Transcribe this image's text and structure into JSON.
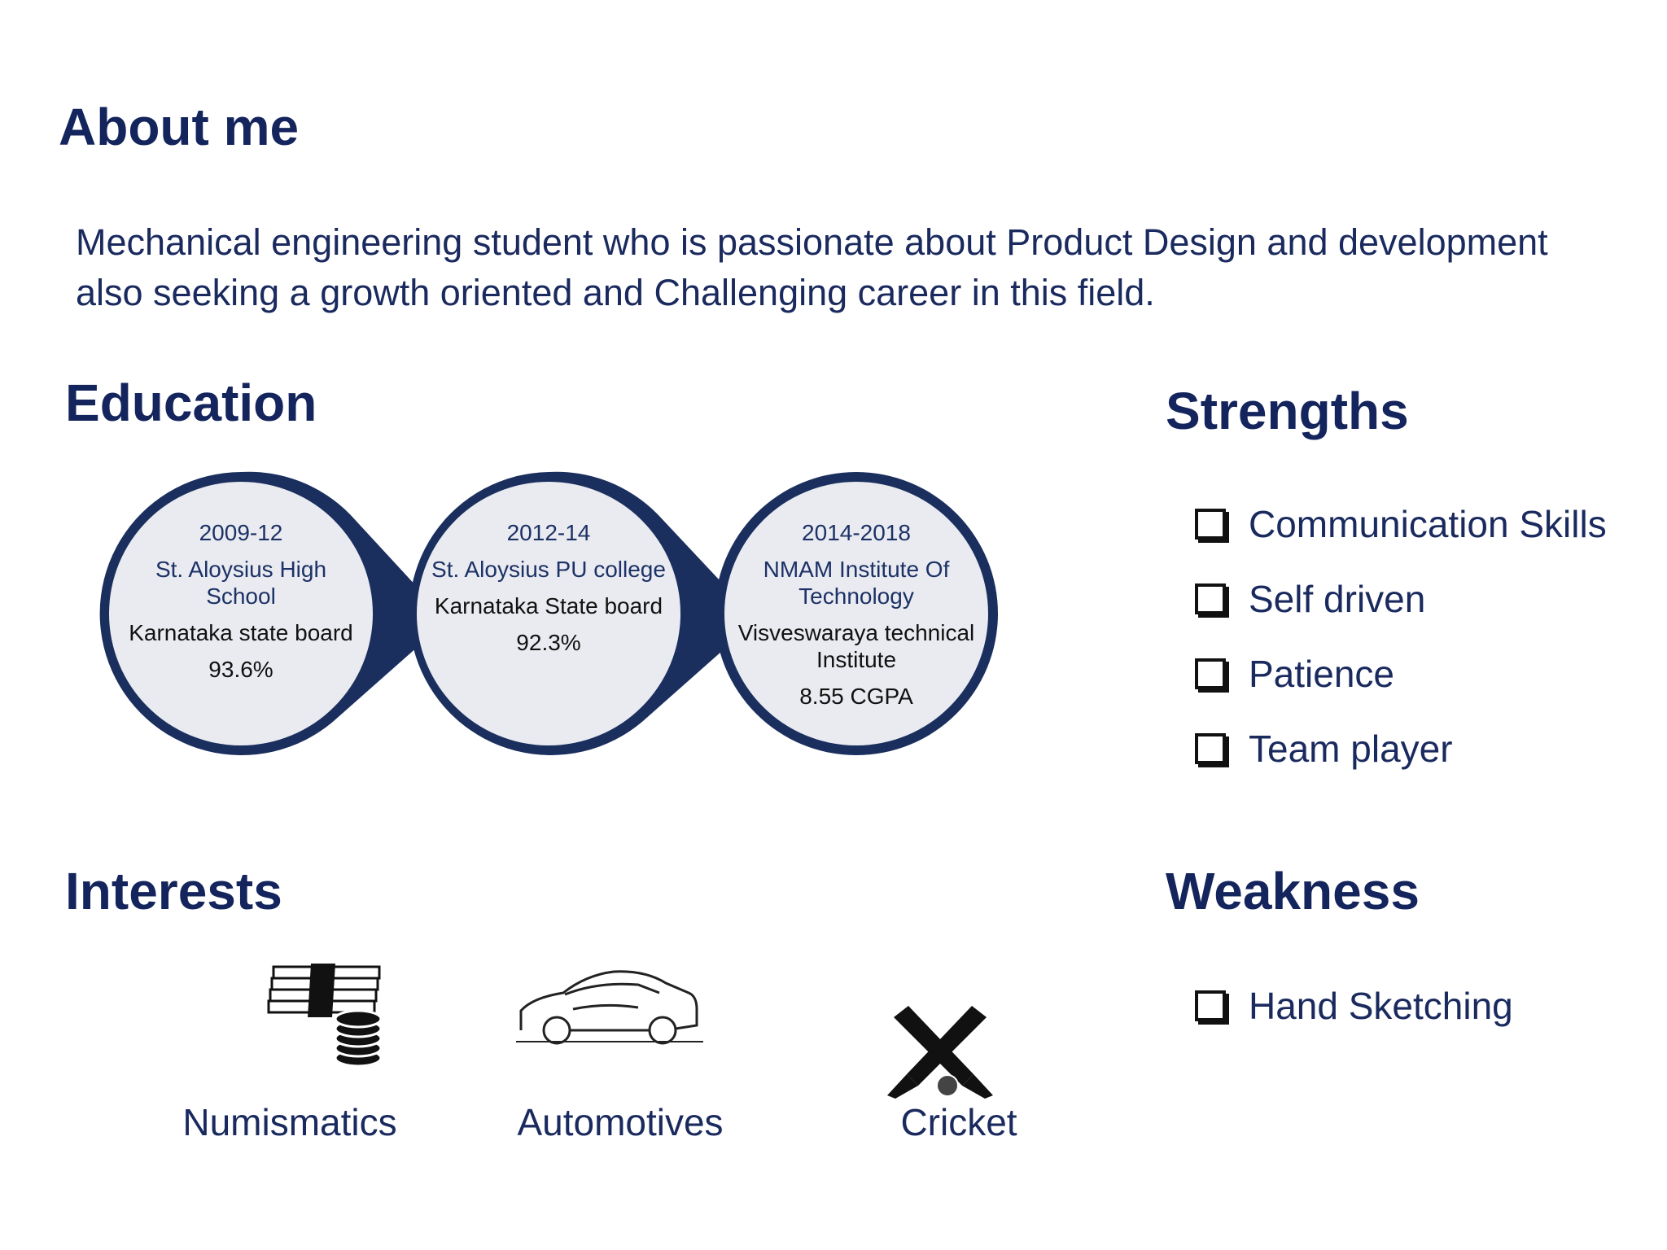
{
  "about": {
    "heading": "About me",
    "text": "Mechanical engineering student who is passionate about Product Design and development also seeking a growth oriented and Challenging career in this field."
  },
  "education": {
    "heading": "Education",
    "items": [
      {
        "years": "2009-12",
        "school": "St. Aloysius High School",
        "board": "Karnataka state board",
        "score": "93.6%"
      },
      {
        "years": "2012-14",
        "school": "St. Aloysius PU college",
        "board": "Karnataka State board",
        "score": "92.3%"
      },
      {
        "years": "2014-2018",
        "school": "NMAM Institute Of Technology",
        "board": "Visveswaraya technical Institute",
        "score": "8.55 CGPA"
      }
    ]
  },
  "strengths": {
    "heading": "Strengths",
    "items": [
      "Communication Skills",
      "Self driven",
      "Patience",
      "Team player"
    ]
  },
  "weakness": {
    "heading": "Weakness",
    "items": [
      "Hand Sketching"
    ]
  },
  "interests": {
    "heading": "Interests",
    "items": [
      {
        "label": "Numismatics",
        "icon": "coins-banknotes-icon"
      },
      {
        "label": "Automotives",
        "icon": "car-icon"
      },
      {
        "label": "Cricket",
        "icon": "cricket-bats-icon"
      }
    ]
  },
  "colors": {
    "navy": "#1b2f5e",
    "circle_fill": "#e9ebf0",
    "text": "#1a2a5e"
  }
}
